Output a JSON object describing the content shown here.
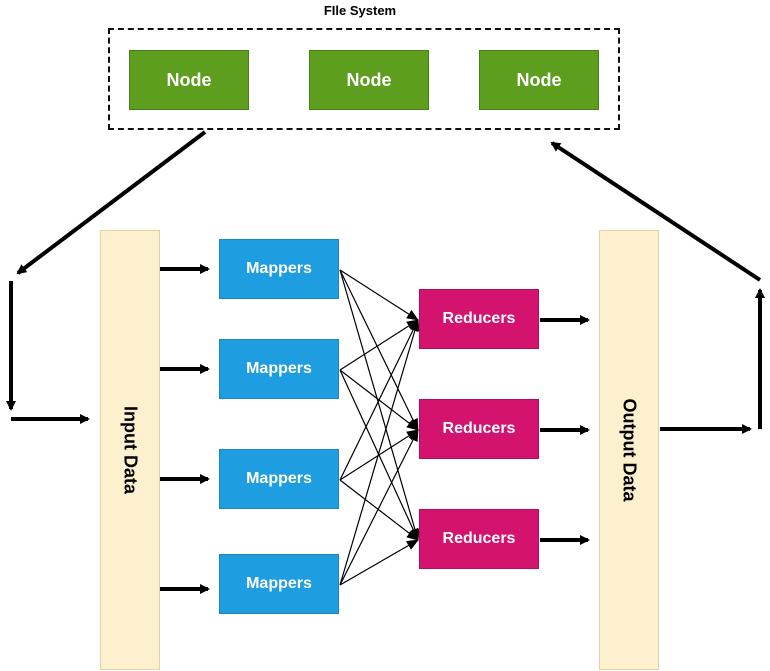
{
  "file_system": {
    "title": "FIle System",
    "nodes": [
      "Node",
      "Node",
      "Node"
    ]
  },
  "input": {
    "label": "Input Data"
  },
  "mappers": [
    "Mappers",
    "Mappers",
    "Mappers",
    "Mappers"
  ],
  "reducers": [
    "Reducers",
    "Reducers",
    "Reducers"
  ],
  "output": {
    "label": "Output Data"
  },
  "colors": {
    "node": "#5e9e1f",
    "mapper": "#1e9ee0",
    "reducer": "#d4136f",
    "data_bar": "#fdf0cf"
  }
}
